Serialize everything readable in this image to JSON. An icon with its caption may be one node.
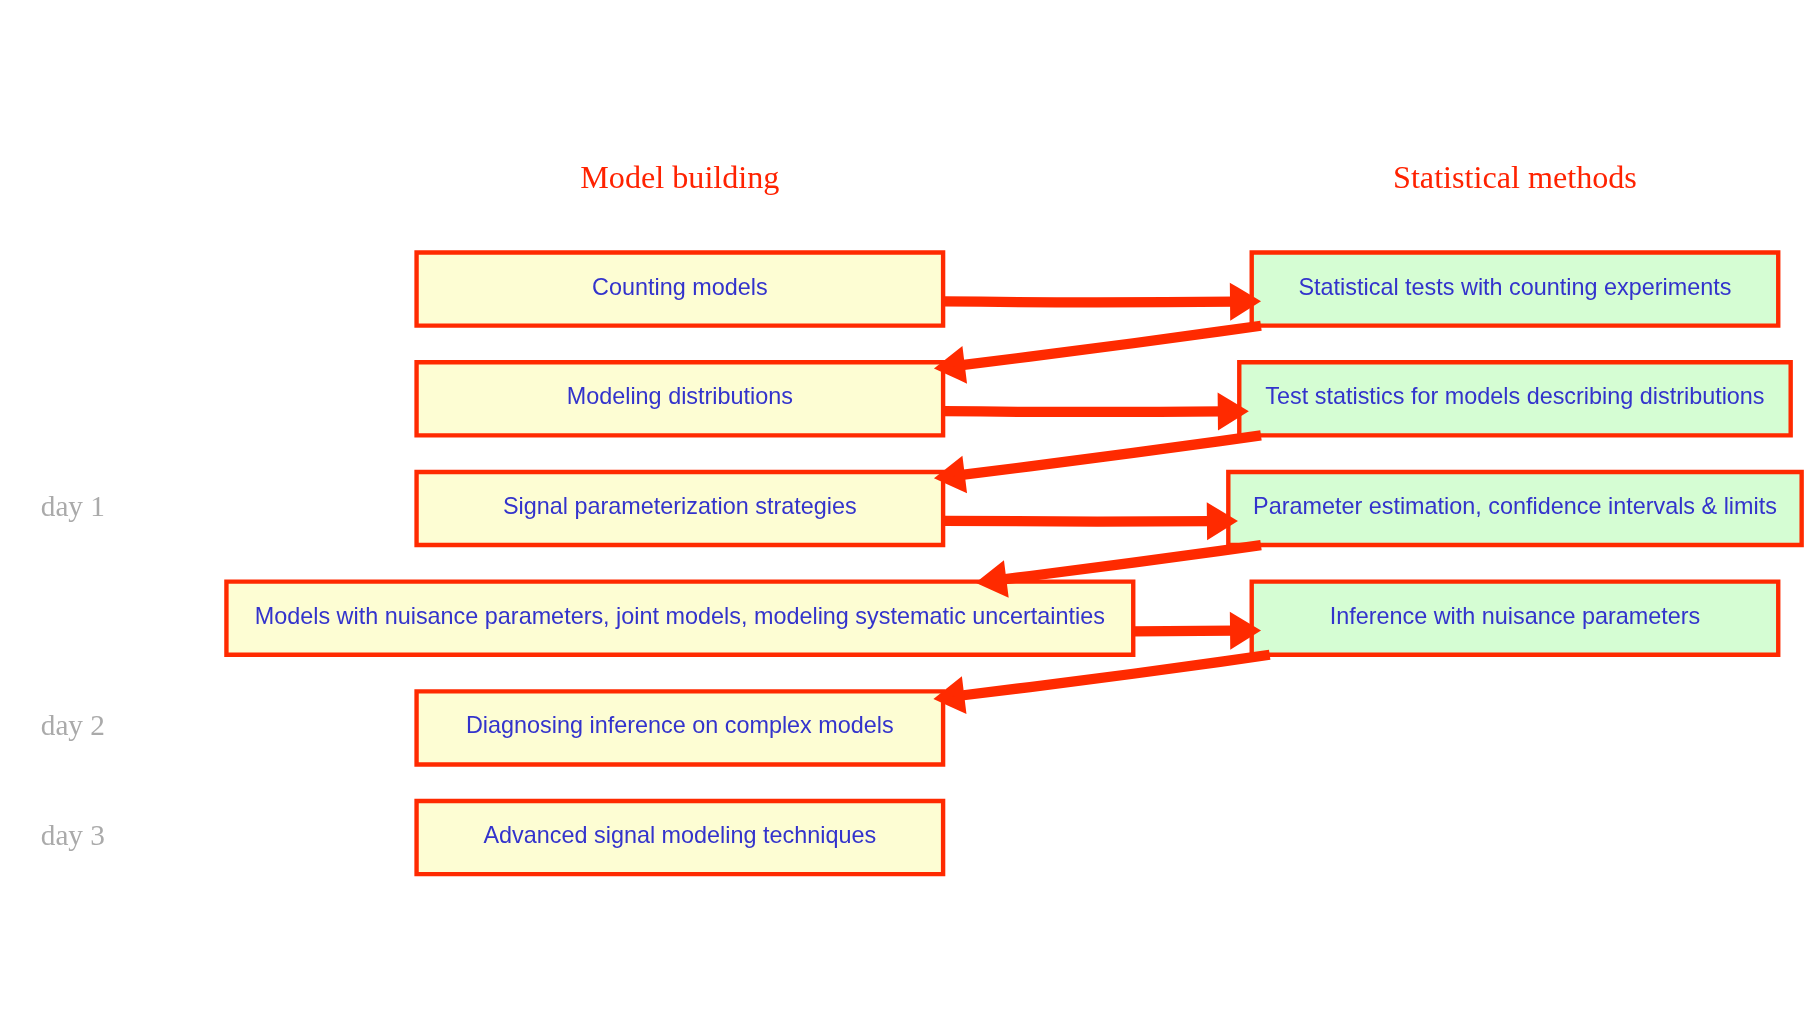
{
  "diagram": {
    "nodes": [
      {
        "text": [
          "Counting models"
        ]
      },
      {
        "text": [
          "Modeling distributions"
        ]
      },
      {
        "text": [
          "Signal parameterization strategies"
        ]
      },
      {
        "text": [
          "Models with nuisance parameters, joint models, modeling systematic uncertainties"
        ]
      },
      {
        "text": [
          "Diagnosing inference on complex models"
        ]
      },
      {
        "text": [
          "Advanced signal modeling techniques"
        ]
      },
      {
        "text": [
          "Statistical tests with counting experiments"
        ]
      },
      {
        "text": [
          "Test statistics for models describing distributions"
        ]
      },
      {
        "text": [
          "Parameter estimation, confidence intervals & limits"
        ]
      },
      {
        "text": [
          "Inference with nuisance parameters"
        ]
      }
    ],
    "edges": [
      {
        "from": 0,
        "to": 6,
        "arrow": "to"
      },
      {
        "from": 6,
        "to": 1,
        "arrow": "to"
      },
      {
        "from": 1,
        "to": 7,
        "arrow": "to"
      },
      {
        "from": 7,
        "to": 2,
        "arrow": "to"
      },
      {
        "from": 2,
        "to": 8,
        "arrow": "to"
      },
      {
        "from": 8,
        "to": 3,
        "arrow": "to"
      },
      {
        "from": 3,
        "to": 9,
        "arrow": "to"
      },
      {
        "from": 9,
        "to": 4,
        "arrow": "to"
      }
    ],
    "labels": [
      "Model building",
      "Statistical methods",
      "day 1",
      "day 2",
      "day 3"
    ]
  }
}
